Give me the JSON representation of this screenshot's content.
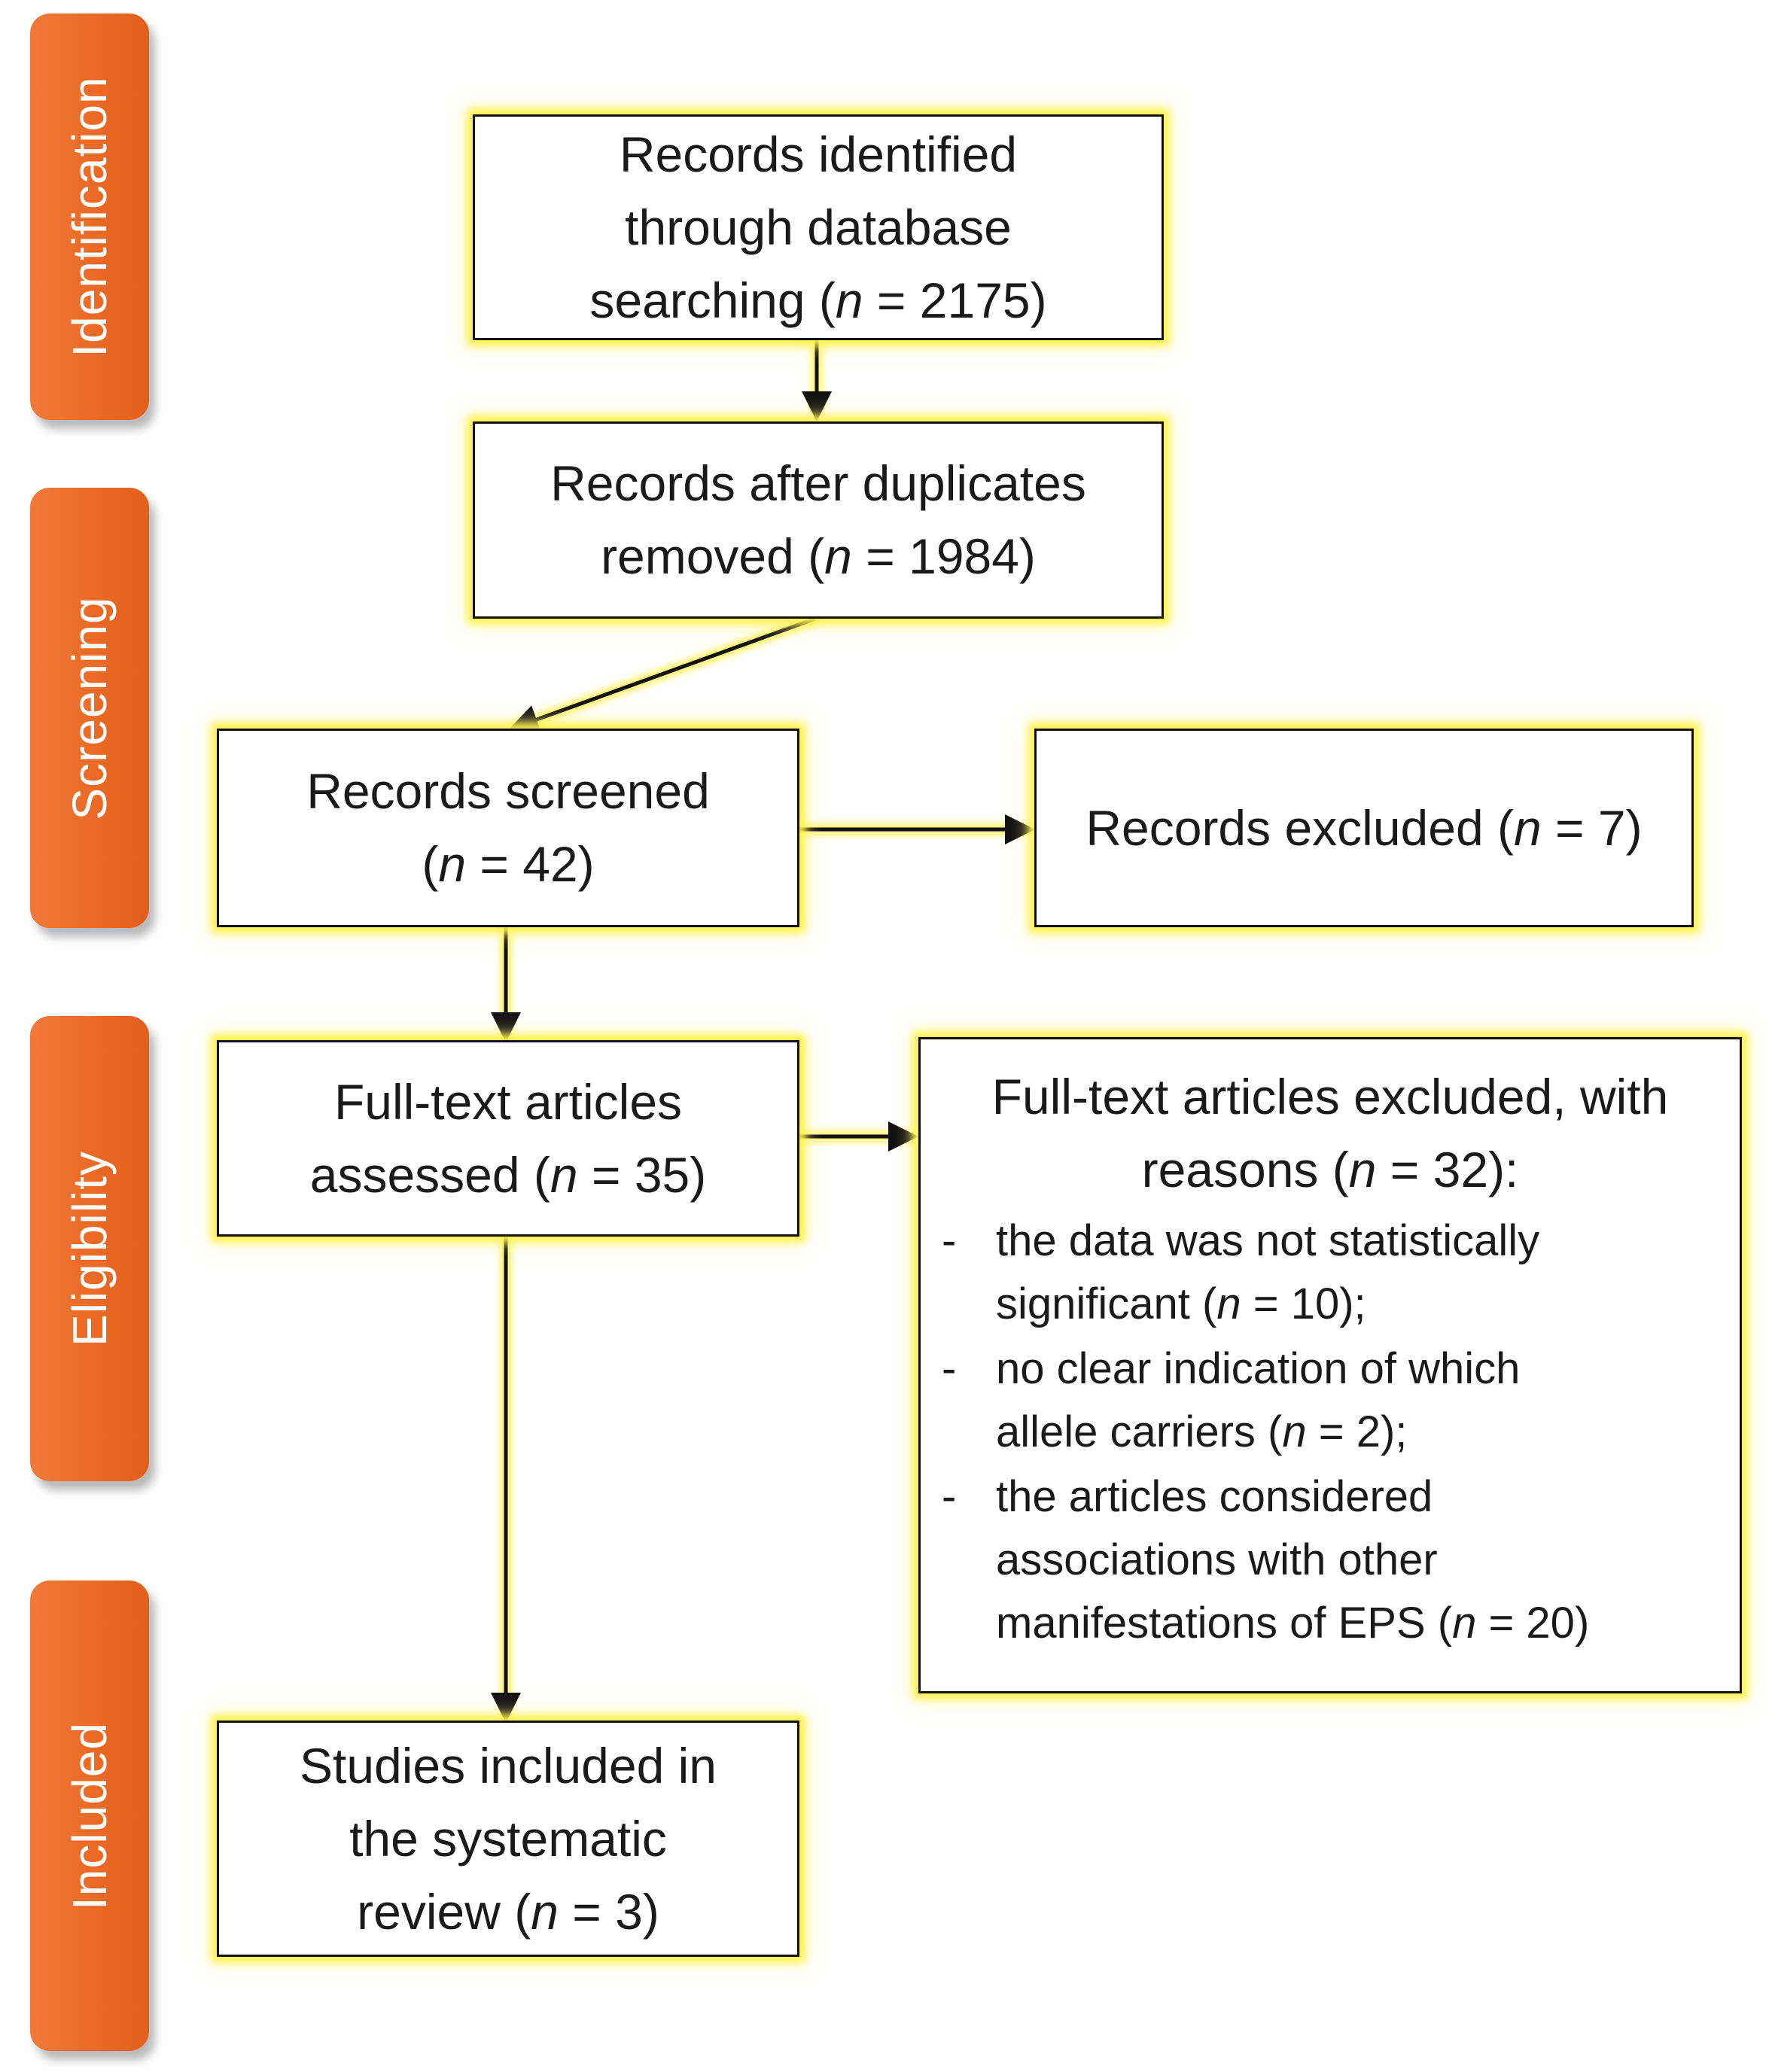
{
  "stages": [
    {
      "id": "identification",
      "label": "Identification"
    },
    {
      "id": "screening",
      "label": "Screening"
    },
    {
      "id": "eligibility",
      "label": "Eligibility"
    },
    {
      "id": "included",
      "label": "Included"
    }
  ],
  "boxes": {
    "identified": {
      "lines": [
        [
          "Records identified",
          "",
          ""
        ],
        [
          "through database",
          "",
          ""
        ],
        [
          "searching (",
          "n",
          " = 2175)"
        ]
      ]
    },
    "after_duplicates": {
      "lines": [
        [
          "Records after duplicates",
          "",
          ""
        ],
        [
          "removed (",
          "n",
          " = 1984)"
        ]
      ]
    },
    "screened": {
      "lines": [
        [
          "Records screened",
          "",
          ""
        ],
        [
          "(",
          "n",
          " = 42)"
        ]
      ]
    },
    "excluded": {
      "lines": [
        [
          "Records excluded (",
          "n",
          " = 7)"
        ]
      ]
    },
    "full_text": {
      "lines": [
        [
          "Full-text articles",
          "",
          ""
        ],
        [
          "assessed (",
          "n",
          " = 35)"
        ]
      ]
    },
    "included": {
      "lines": [
        [
          "Studies included in",
          "",
          ""
        ],
        [
          "the systematic",
          "",
          ""
        ],
        [
          "review (",
          "n",
          " = 3)"
        ]
      ]
    }
  },
  "full_text_excluded": {
    "heading": [
      [
        "Full-text articles excluded, with",
        "",
        ""
      ],
      [
        "reasons (",
        "n",
        " = 32):"
      ]
    ],
    "dash": "-",
    "reasons": [
      {
        "lines": [
          [
            "the data was not statistically",
            "",
            ""
          ],
          [
            "significant (",
            "n",
            " = 10);"
          ]
        ]
      },
      {
        "lines": [
          [
            "no clear indication of which",
            "",
            ""
          ],
          [
            "allele carriers (",
            "n",
            " = 2);"
          ]
        ]
      },
      {
        "lines": [
          [
            "the articles considered",
            "",
            ""
          ],
          [
            "associations with other",
            "",
            ""
          ],
          [
            "manifestations of EPS (",
            "n",
            " = 20)"
          ]
        ]
      }
    ]
  },
  "colors": {
    "stage_fill": "#ec6c28",
    "box_glow": "#fff046",
    "line": "#111111"
  }
}
